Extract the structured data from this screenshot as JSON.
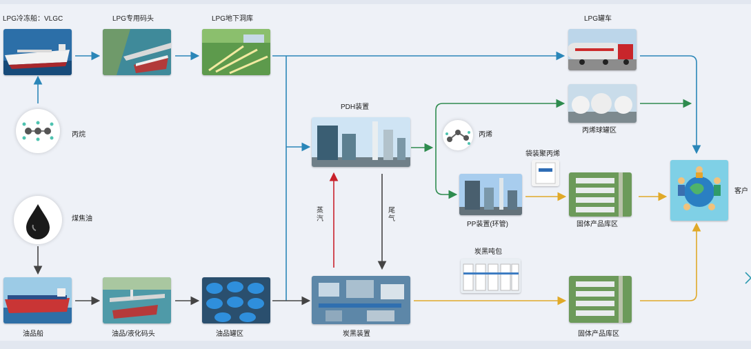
{
  "nodes": {
    "vlgc": "LPG冷冻船：VLGC",
    "lpg_terminal": "LPG专用码头",
    "lpg_cavern": "LPG地下洞库",
    "lpg_truck": "LPG罐车",
    "propane": "丙烷",
    "pdh": "PDH装置",
    "propylene": "丙烯",
    "propylene_storage": "丙烯球罐区",
    "bagged_pp": "袋装聚丙烯",
    "pp_unit": "PP装置(环管)",
    "solid_storage_1": "固体产品库区",
    "customer": "客户",
    "coal_tar": "煤焦油",
    "carbon_black_bag": "炭黑吨包",
    "steam": "蒸汽",
    "tail_gas": "尾气",
    "oil_tanker": "油品船",
    "oil_terminal": "油品/液化码头",
    "oil_tank_farm": "油品罐区",
    "carbon_black_unit": "炭黑装置",
    "solid_storage_2": "固体产品库区"
  },
  "colors": {
    "lpg_line": "#2a86b8",
    "propylene_line": "#2e8b4e",
    "product_line": "#e0a928",
    "steam_line": "#c8212b",
    "tail_gas_line": "#444444",
    "oil_line": "#444444"
  }
}
